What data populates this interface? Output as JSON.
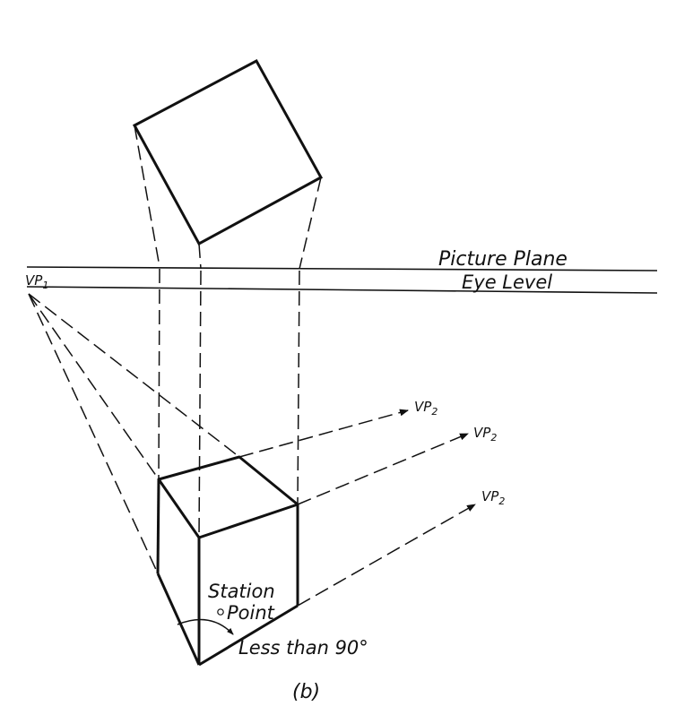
{
  "diagram": {
    "picture_plane_label": "Picture Plane",
    "eye_level_label": "Eye Level",
    "vp1_label": "VP",
    "vp1_subscript": "1",
    "vp2_labels": [
      "VP",
      "VP",
      "VP"
    ],
    "vp2_subscripts": [
      "2",
      "2",
      "2"
    ],
    "station_point_line1": "Station",
    "station_point_line2": "Point",
    "angle_note": "Less than 90°",
    "caption": "(b)"
  }
}
